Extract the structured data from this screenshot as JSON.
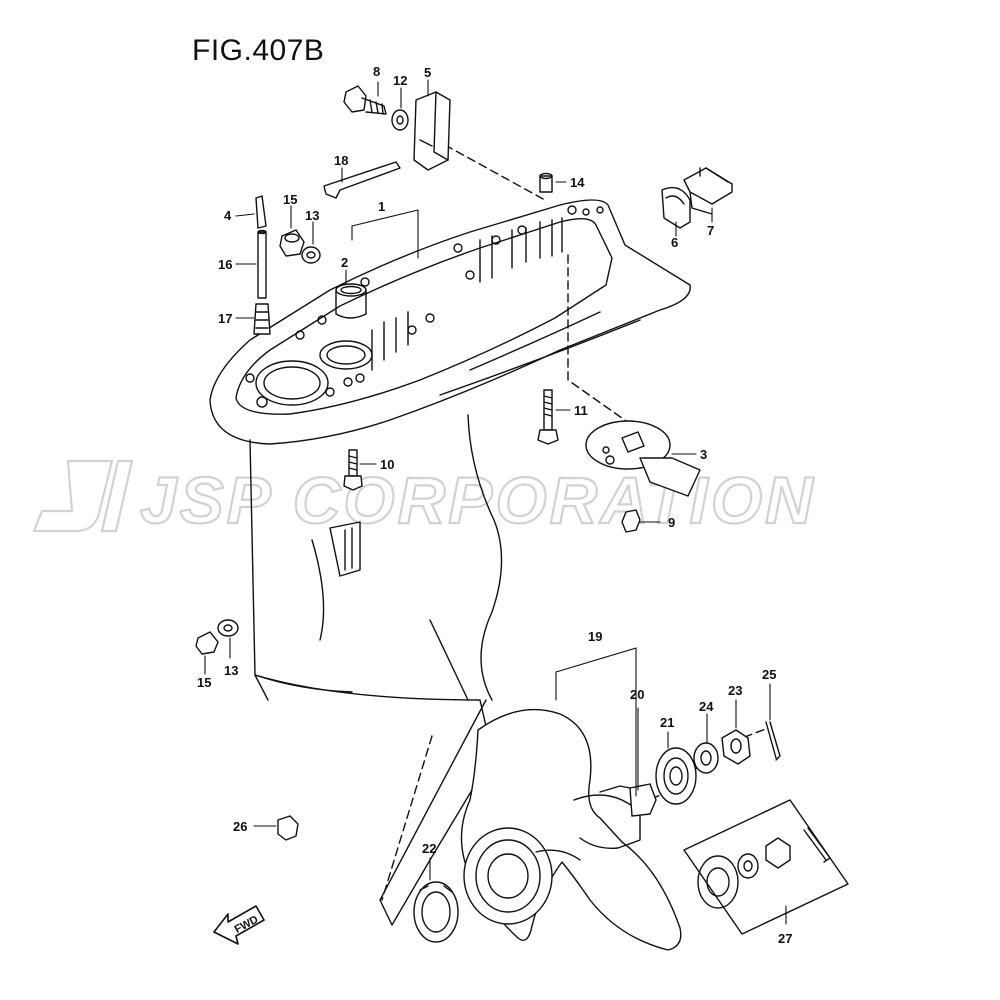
{
  "figure": {
    "title": "FIG.407B"
  },
  "watermark": {
    "text": "JSP CORPORATION"
  },
  "fwd_label": "FWD",
  "callouts": {
    "c1": "1",
    "c2": "2",
    "c3": "3",
    "c4": "4",
    "c5": "5",
    "c6": "6",
    "c7": "7",
    "c8": "8",
    "c9": "9",
    "c10": "10",
    "c11": "11",
    "c12": "12",
    "c13a": "13",
    "c13b": "13",
    "c14": "14",
    "c15a": "15",
    "c15b": "15",
    "c16": "16",
    "c17": "17",
    "c18": "18",
    "c19": "19",
    "c20": "20",
    "c21": "21",
    "c22": "22",
    "c23": "23",
    "c24": "24",
    "c25": "25",
    "c26": "26",
    "c27": "27"
  }
}
